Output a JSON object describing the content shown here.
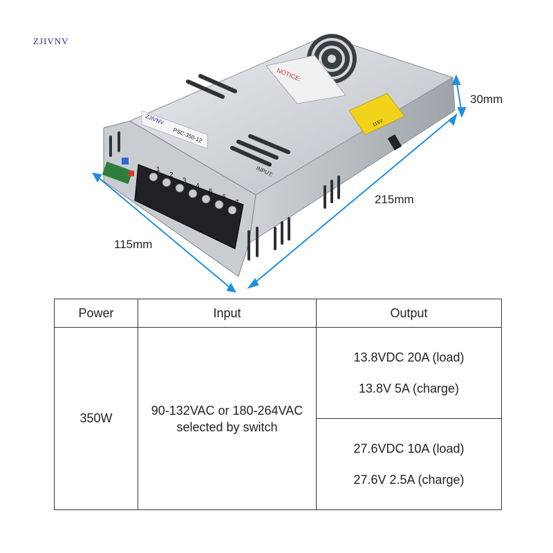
{
  "brand": "ZJIVNV",
  "dimensions": {
    "height": "30mm",
    "length": "215mm",
    "width": "115mm"
  },
  "device_labels": {
    "notice": "NOTICE:",
    "model": "PSC-350-12",
    "brand_on_device": "ZJIVNV",
    "input_label": "INPUT:",
    "terminal_numbers": [
      "1",
      "2",
      "3",
      "4",
      "5",
      "6",
      "7"
    ],
    "voltage_switch": "115V"
  },
  "table": {
    "headers": {
      "power": "Power",
      "input": "Input",
      "output": "Output"
    },
    "power": "350W",
    "input_line1": "90-132VAC or 180-264VAC",
    "input_line2": "selected by switch",
    "output_12v": {
      "load": "13.8VDC  20A (load)",
      "charge": "13.8V 5A (charge)"
    },
    "output_24v": {
      "load": "27.6VDC  10A (load)",
      "charge": "27.6V 2.5A (charge)"
    }
  }
}
